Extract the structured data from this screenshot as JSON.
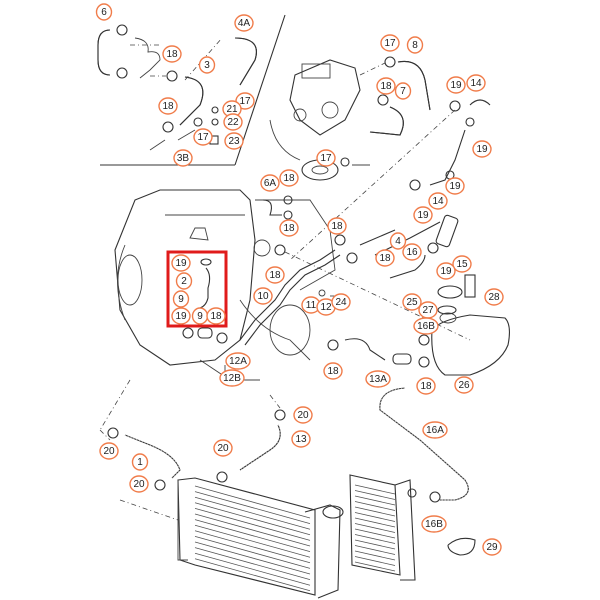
{
  "diagram": {
    "title": "Cooling system hoses exploded parts diagram",
    "accent_color": "#f07c4a",
    "highlight_color": "#e01b1b",
    "highlight_labels": [
      "19",
      "2",
      "9",
      "19",
      "9",
      "18"
    ],
    "callouts": [
      {
        "id": "c6",
        "label": "6"
      },
      {
        "id": "c4a",
        "label": "4A"
      },
      {
        "id": "c18a",
        "label": "18"
      },
      {
        "id": "c3",
        "label": "3"
      },
      {
        "id": "c18b",
        "label": "18"
      },
      {
        "id": "c17a",
        "label": "17"
      },
      {
        "id": "c21",
        "label": "21"
      },
      {
        "id": "c22",
        "label": "22"
      },
      {
        "id": "c17b",
        "label": "17"
      },
      {
        "id": "c23",
        "label": "23"
      },
      {
        "id": "c3b",
        "label": "3B"
      },
      {
        "id": "c17c",
        "label": "17"
      },
      {
        "id": "c8",
        "label": "8"
      },
      {
        "id": "c18c",
        "label": "18"
      },
      {
        "id": "c7",
        "label": "7"
      },
      {
        "id": "c19a",
        "label": "19"
      },
      {
        "id": "c14a",
        "label": "14"
      },
      {
        "id": "c19b",
        "label": "19"
      },
      {
        "id": "c17d",
        "label": "17"
      },
      {
        "id": "c6a",
        "label": "6A"
      },
      {
        "id": "c18d",
        "label": "18"
      },
      {
        "id": "c19c",
        "label": "19"
      },
      {
        "id": "c14b",
        "label": "14"
      },
      {
        "id": "c19d",
        "label": "19"
      },
      {
        "id": "c18e",
        "label": "18"
      },
      {
        "id": "c18f",
        "label": "18"
      },
      {
        "id": "c4",
        "label": "4"
      },
      {
        "id": "c18g",
        "label": "18"
      },
      {
        "id": "c16",
        "label": "16"
      },
      {
        "id": "c15",
        "label": "15"
      },
      {
        "id": "c19e",
        "label": "19"
      },
      {
        "id": "c18h",
        "label": "18"
      },
      {
        "id": "c10",
        "label": "10"
      },
      {
        "id": "c11",
        "label": "11"
      },
      {
        "id": "c12",
        "label": "12"
      },
      {
        "id": "c24",
        "label": "24"
      },
      {
        "id": "c25",
        "label": "25"
      },
      {
        "id": "c27",
        "label": "27"
      },
      {
        "id": "c28",
        "label": "28"
      },
      {
        "id": "c16b",
        "label": "16B"
      },
      {
        "id": "c18i",
        "label": "18"
      },
      {
        "id": "c26",
        "label": "26"
      },
      {
        "id": "c13a",
        "label": "13A"
      },
      {
        "id": "c18j",
        "label": "18"
      },
      {
        "id": "c12a",
        "label": "12A"
      },
      {
        "id": "c12b",
        "label": "12B"
      },
      {
        "id": "c19f",
        "label": "19"
      },
      {
        "id": "c2",
        "label": "2"
      },
      {
        "id": "c9a",
        "label": "9"
      },
      {
        "id": "c19g",
        "label": "19"
      },
      {
        "id": "c9b",
        "label": "9"
      },
      {
        "id": "c18k",
        "label": "18"
      },
      {
        "id": "c20a",
        "label": "20"
      },
      {
        "id": "c13",
        "label": "13"
      },
      {
        "id": "c20b",
        "label": "20"
      },
      {
        "id": "c20c",
        "label": "20"
      },
      {
        "id": "c1",
        "label": "1"
      },
      {
        "id": "c20d",
        "label": "20"
      },
      {
        "id": "c16a",
        "label": "16A"
      },
      {
        "id": "c16b2",
        "label": "16B"
      },
      {
        "id": "c29",
        "label": "29"
      }
    ]
  }
}
